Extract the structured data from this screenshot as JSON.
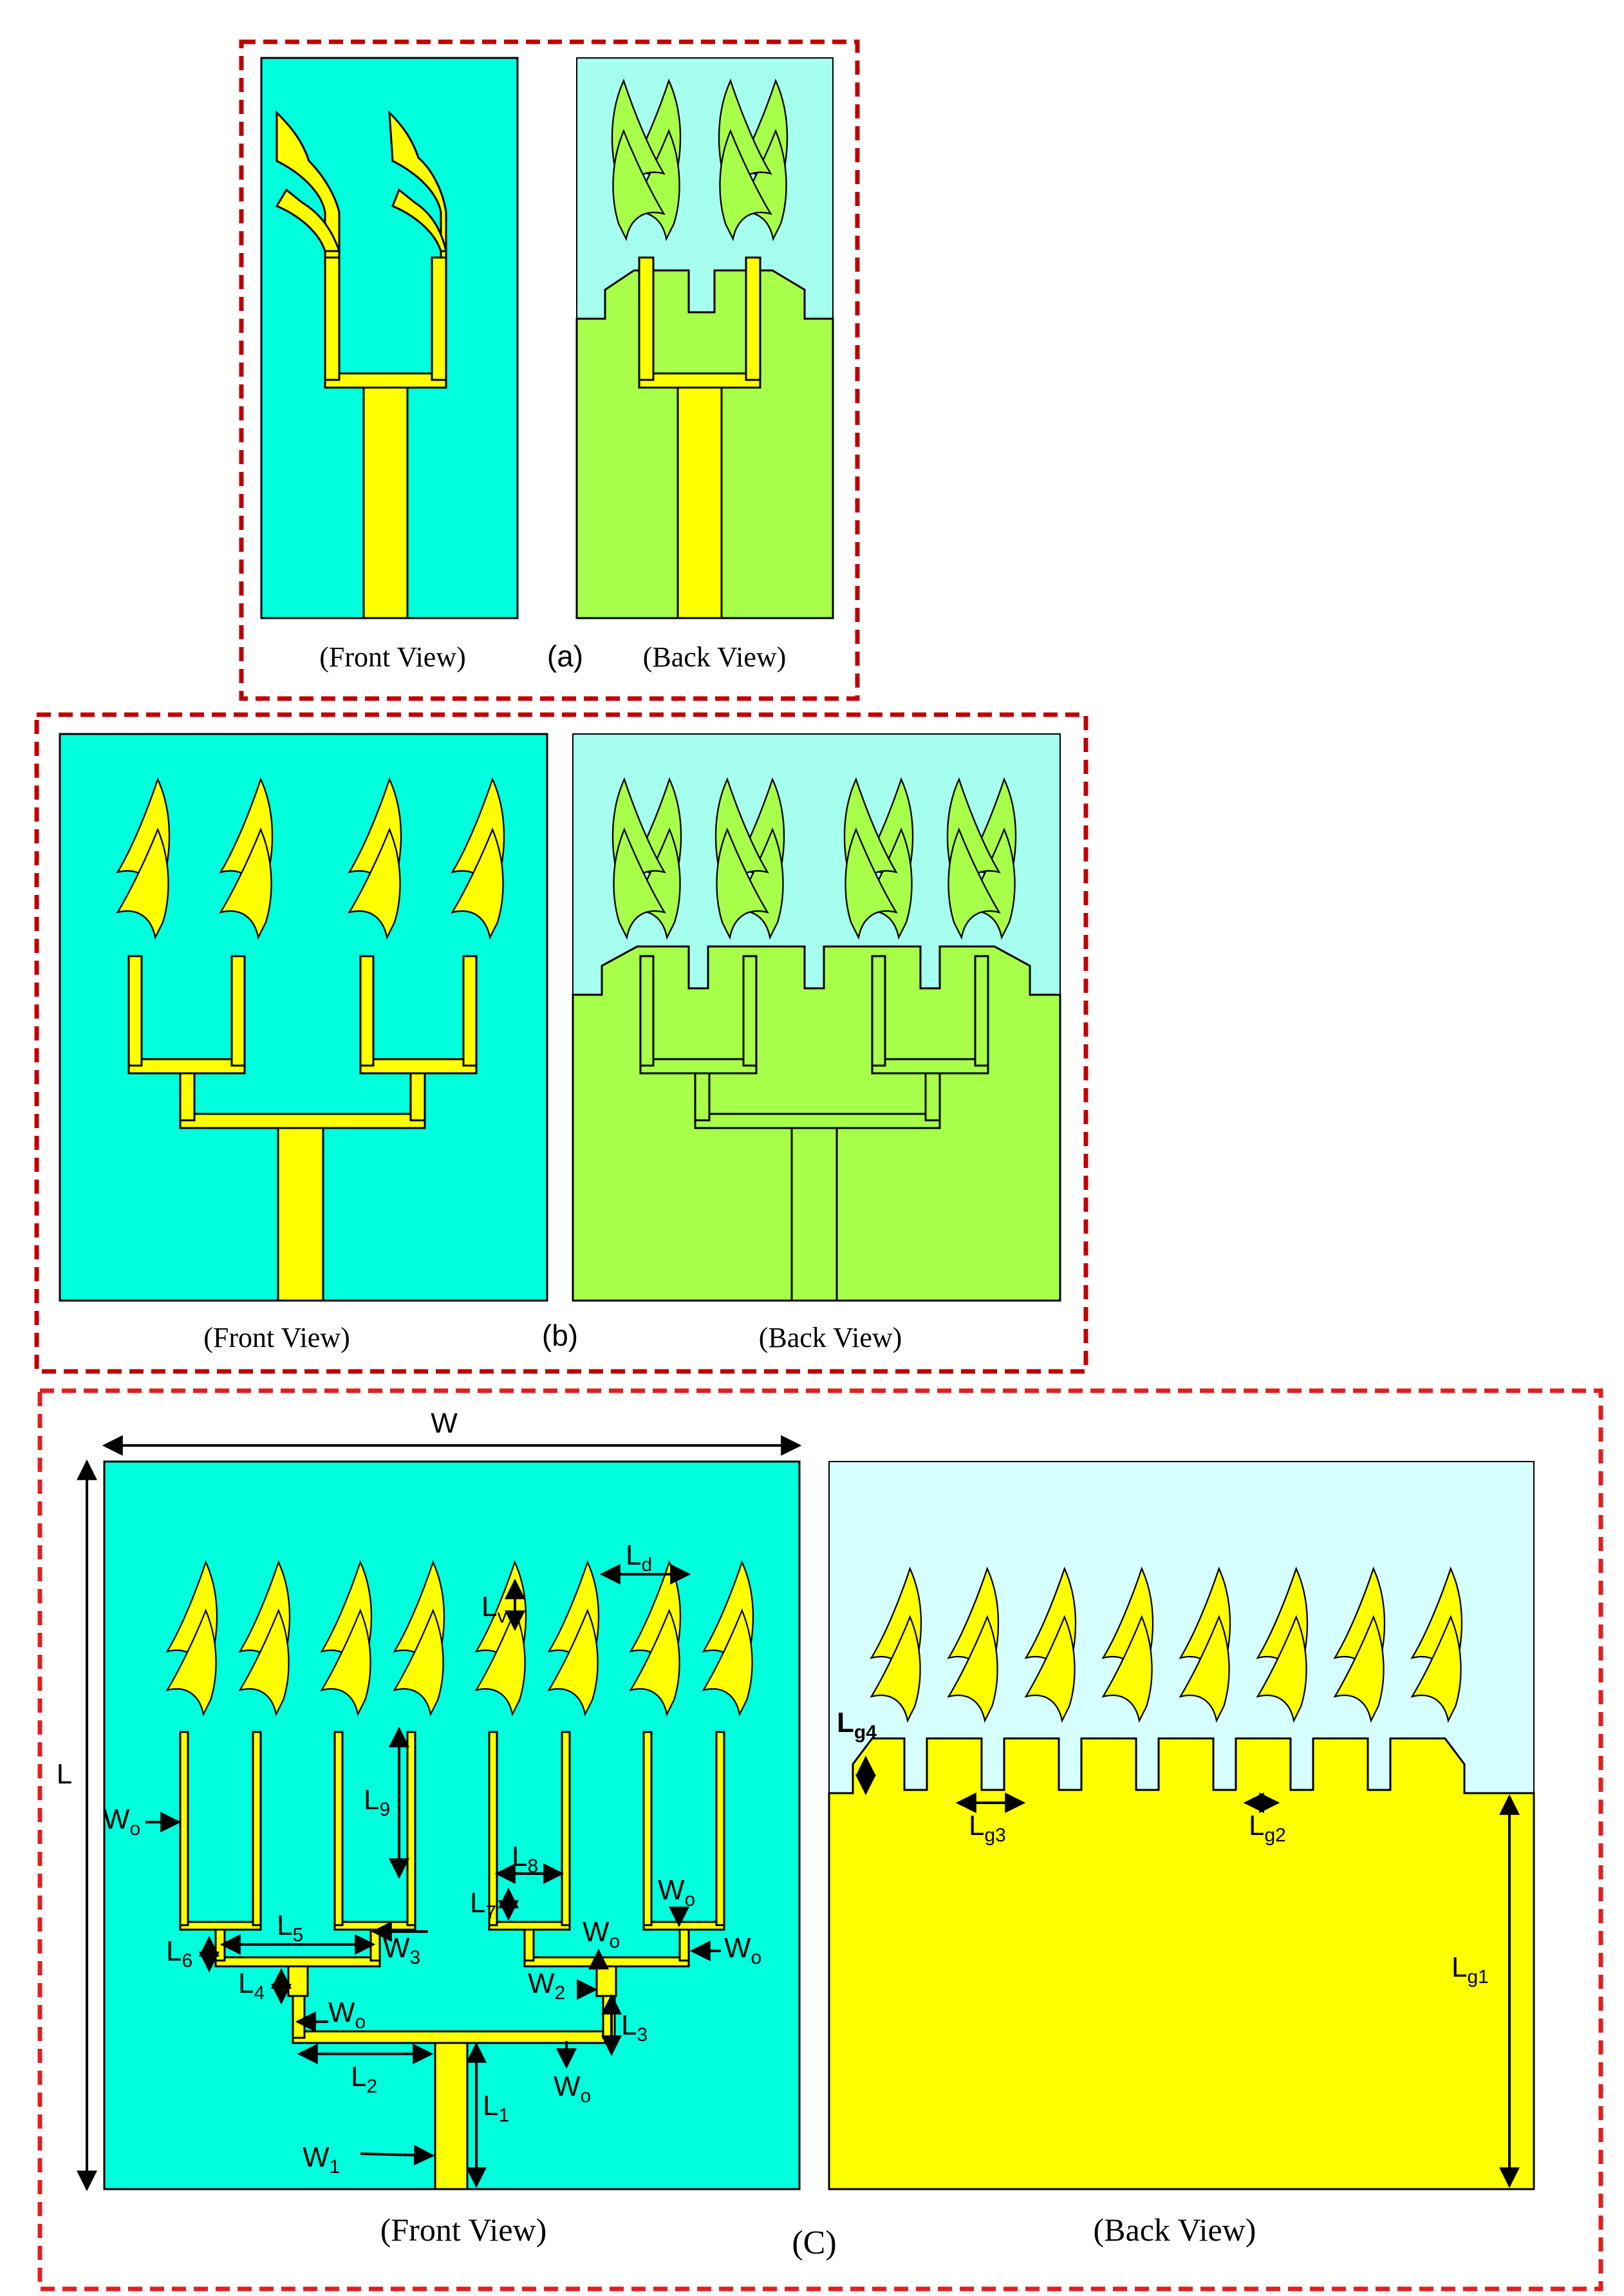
{
  "colors": {
    "substrate": "#00FFDD",
    "patch": "#FFFF00",
    "ground_green": "#A8FF4A",
    "slot_blue": "#A6FFEE",
    "ground_light": "#D6FFFF",
    "frame_red": "#C00000",
    "frame_red_c": "#E02020",
    "outline": "#000000"
  },
  "panel_a": {
    "label": "(a)",
    "front_caption": "(Front View)",
    "back_caption": "(Back View)"
  },
  "panel_b": {
    "label": "(b)",
    "front_caption": "(Front View)",
    "back_caption": "(Back View)"
  },
  "panel_c": {
    "label": "(C)",
    "front_caption": "(Front View)",
    "back_caption": "(Back View)",
    "dimension_labels": {
      "W": "W",
      "L": "L",
      "Ld": "L",
      "Ld_sub": "d",
      "Lv": "L",
      "Lv_sub": "v",
      "L9": "L",
      "L9_sub": "9",
      "L8": "L",
      "L8_sub": "8",
      "L7": "L",
      "L7_sub": "7",
      "L6": "L",
      "L6_sub": "6",
      "L5": "L",
      "L5_sub": "5",
      "L4": "L",
      "L4_sub": "4",
      "L3": "L",
      "L3_sub": "3",
      "L2": "L",
      "L2_sub": "2",
      "L1": "L",
      "L1_sub": "1",
      "W1": "W",
      "W1_sub": "1",
      "W2": "W",
      "W2_sub": "2",
      "W3": "W",
      "W3_sub": "3",
      "Wo": "W",
      "Wo_sub": "o",
      "Lg1": "L",
      "Lg1_sub": "g1",
      "Lg2": "L",
      "Lg2_sub": "g2",
      "Lg3": "L",
      "Lg3_sub": "g3",
      "Lg4": "L",
      "Lg4_sub": "g4"
    }
  }
}
